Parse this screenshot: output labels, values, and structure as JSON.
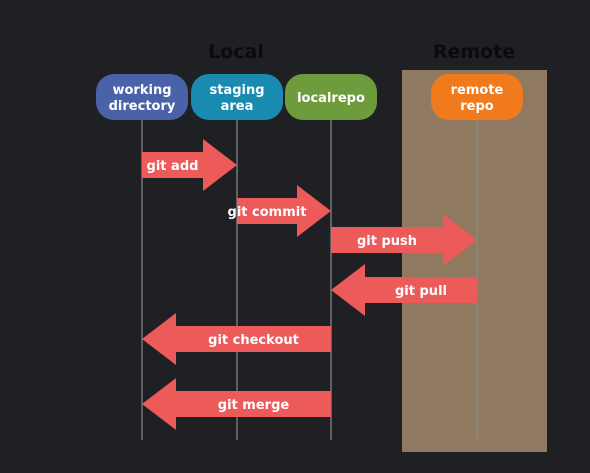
{
  "headings": {
    "local": "Local",
    "remote": "Remote"
  },
  "nodes": [
    {
      "id": "working",
      "lines": [
        "working",
        "directory"
      ],
      "color": "#4a63a8"
    },
    {
      "id": "staging",
      "lines": [
        "staging",
        "area"
      ],
      "color": "#1a8bb0"
    },
    {
      "id": "localrepo",
      "lines": [
        "localrepo"
      ],
      "color": "#6e9b3c"
    },
    {
      "id": "remote",
      "lines": [
        "remote",
        "repo"
      ],
      "color": "#f07a1c"
    }
  ],
  "arrows": [
    {
      "id": "git-add",
      "label": "git add",
      "from": "working",
      "to": "staging"
    },
    {
      "id": "git-commit",
      "label": "git commit",
      "from": "staging",
      "to": "localrepo"
    },
    {
      "id": "git-push",
      "label": "git push",
      "from": "localrepo",
      "to": "remote"
    },
    {
      "id": "git-pull",
      "label": "git pull",
      "from": "remote",
      "to": "localrepo"
    },
    {
      "id": "git-checkout",
      "label": "git checkout",
      "from": "localrepo",
      "to": "working"
    },
    {
      "id": "git-merge",
      "label": "git merge",
      "from": "localrepo",
      "to": "working"
    }
  ],
  "colors": {
    "background": "#1e2023",
    "remote_panel": "#8f7960",
    "arrow": "#ec5a5a",
    "heading_local": "#0b0b0b",
    "heading_remote": "#0b0b0b",
    "node_text": "#ffffff"
  }
}
